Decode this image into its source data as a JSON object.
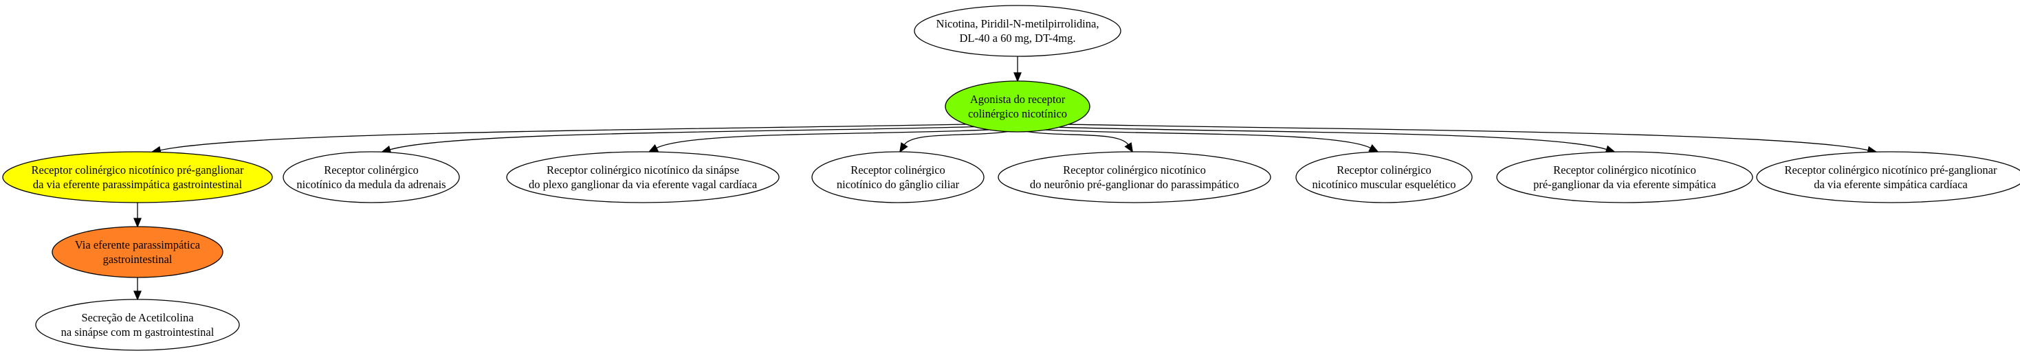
{
  "colors": {
    "default_fill": "#ffffff",
    "green": "#7cfc00",
    "yellow": "#ffff00",
    "orange": "#ff7f24",
    "stroke": "#000000"
  },
  "nodes": [
    {
      "id": "nicotina",
      "lines": [
        "Nicotina, Piridil-N-metilpirrolidina,",
        "DL-40 a 60 mg, DT-4mg."
      ],
      "fill": "#ffffff"
    },
    {
      "id": "agonista",
      "lines": [
        "Agonista do receptor",
        "colinérgico nicotínico"
      ],
      "fill": "#7cfc00"
    },
    {
      "id": "pre-gang-parassimpatica-gi",
      "lines": [
        "Receptor colinérgico nicotínico pré-ganglionar",
        "da via eferente parassimpática gastrointestinal"
      ],
      "fill": "#ffff00"
    },
    {
      "id": "medula-adrenais",
      "lines": [
        "Receptor colinérgico",
        "nicotínico da medula da adrenais"
      ],
      "fill": "#ffffff"
    },
    {
      "id": "sinapse-plexo-vagal",
      "lines": [
        "Receptor colinérgico nicotínico da sinápse",
        "do plexo ganglionar da via eferente vagal cardíaca"
      ],
      "fill": "#ffffff"
    },
    {
      "id": "ganglio-ciliar",
      "lines": [
        "Receptor colinérgico",
        "nicotínico do gânglio ciliar"
      ],
      "fill": "#ffffff"
    },
    {
      "id": "neuronio-parassimpatico",
      "lines": [
        "Receptor colinérgico nicotínico",
        "do neurônio pré-ganglionar do parassimpático"
      ],
      "fill": "#ffffff"
    },
    {
      "id": "muscular-esqueletico",
      "lines": [
        "Receptor colinérgico",
        "nicotínico muscular esquelético"
      ],
      "fill": "#ffffff"
    },
    {
      "id": "pre-gang-simpatica",
      "lines": [
        "Receptor colinérgico nicotínico",
        "pré-ganglionar da via eferente simpática"
      ],
      "fill": "#ffffff"
    },
    {
      "id": "simpatica-cardiaca",
      "lines": [
        "Receptor colinérgico nicotínico pré-ganglionar",
        "da via eferente simpática cardíaca"
      ],
      "fill": "#ffffff"
    },
    {
      "id": "via-eferente-gi",
      "lines": [
        "Via eferente parassimpática",
        "gastrointestinal"
      ],
      "fill": "#ff7f24"
    },
    {
      "id": "secrecao-acetilcolina",
      "lines": [
        "Secreção de Acetilcolina",
        "na sinápse com m gastrointestinal"
      ],
      "fill": "#ffffff"
    }
  ],
  "edges": [
    {
      "from": "nicotina",
      "to": "agonista"
    },
    {
      "from": "agonista",
      "to": "pre-gang-parassimpatica-gi"
    },
    {
      "from": "agonista",
      "to": "medula-adrenais"
    },
    {
      "from": "agonista",
      "to": "sinapse-plexo-vagal"
    },
    {
      "from": "agonista",
      "to": "ganglio-ciliar"
    },
    {
      "from": "agonista",
      "to": "neuronio-parassimpatico"
    },
    {
      "from": "agonista",
      "to": "muscular-esqueletico"
    },
    {
      "from": "agonista",
      "to": "pre-gang-simpatica"
    },
    {
      "from": "agonista",
      "to": "simpatica-cardiaca"
    },
    {
      "from": "pre-gang-parassimpatica-gi",
      "to": "via-eferente-gi"
    },
    {
      "from": "via-eferente-gi",
      "to": "secrecao-acetilcolina"
    }
  ]
}
